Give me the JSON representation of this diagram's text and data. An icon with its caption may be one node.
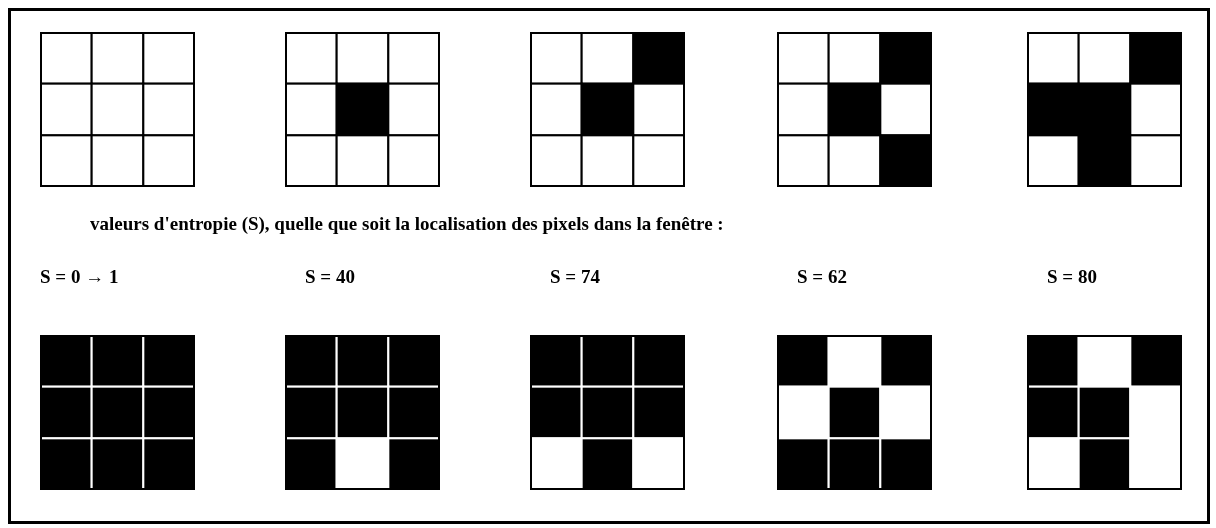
{
  "diagram": {
    "labels": [
      "valeurs d'entropie (S), quelle que soit la localisation des pixels dans la fenêtre :",
      "S = 0 → 1",
      "S = 40",
      "S = 74",
      "S = 62",
      "S = 80"
    ]
  }
}
